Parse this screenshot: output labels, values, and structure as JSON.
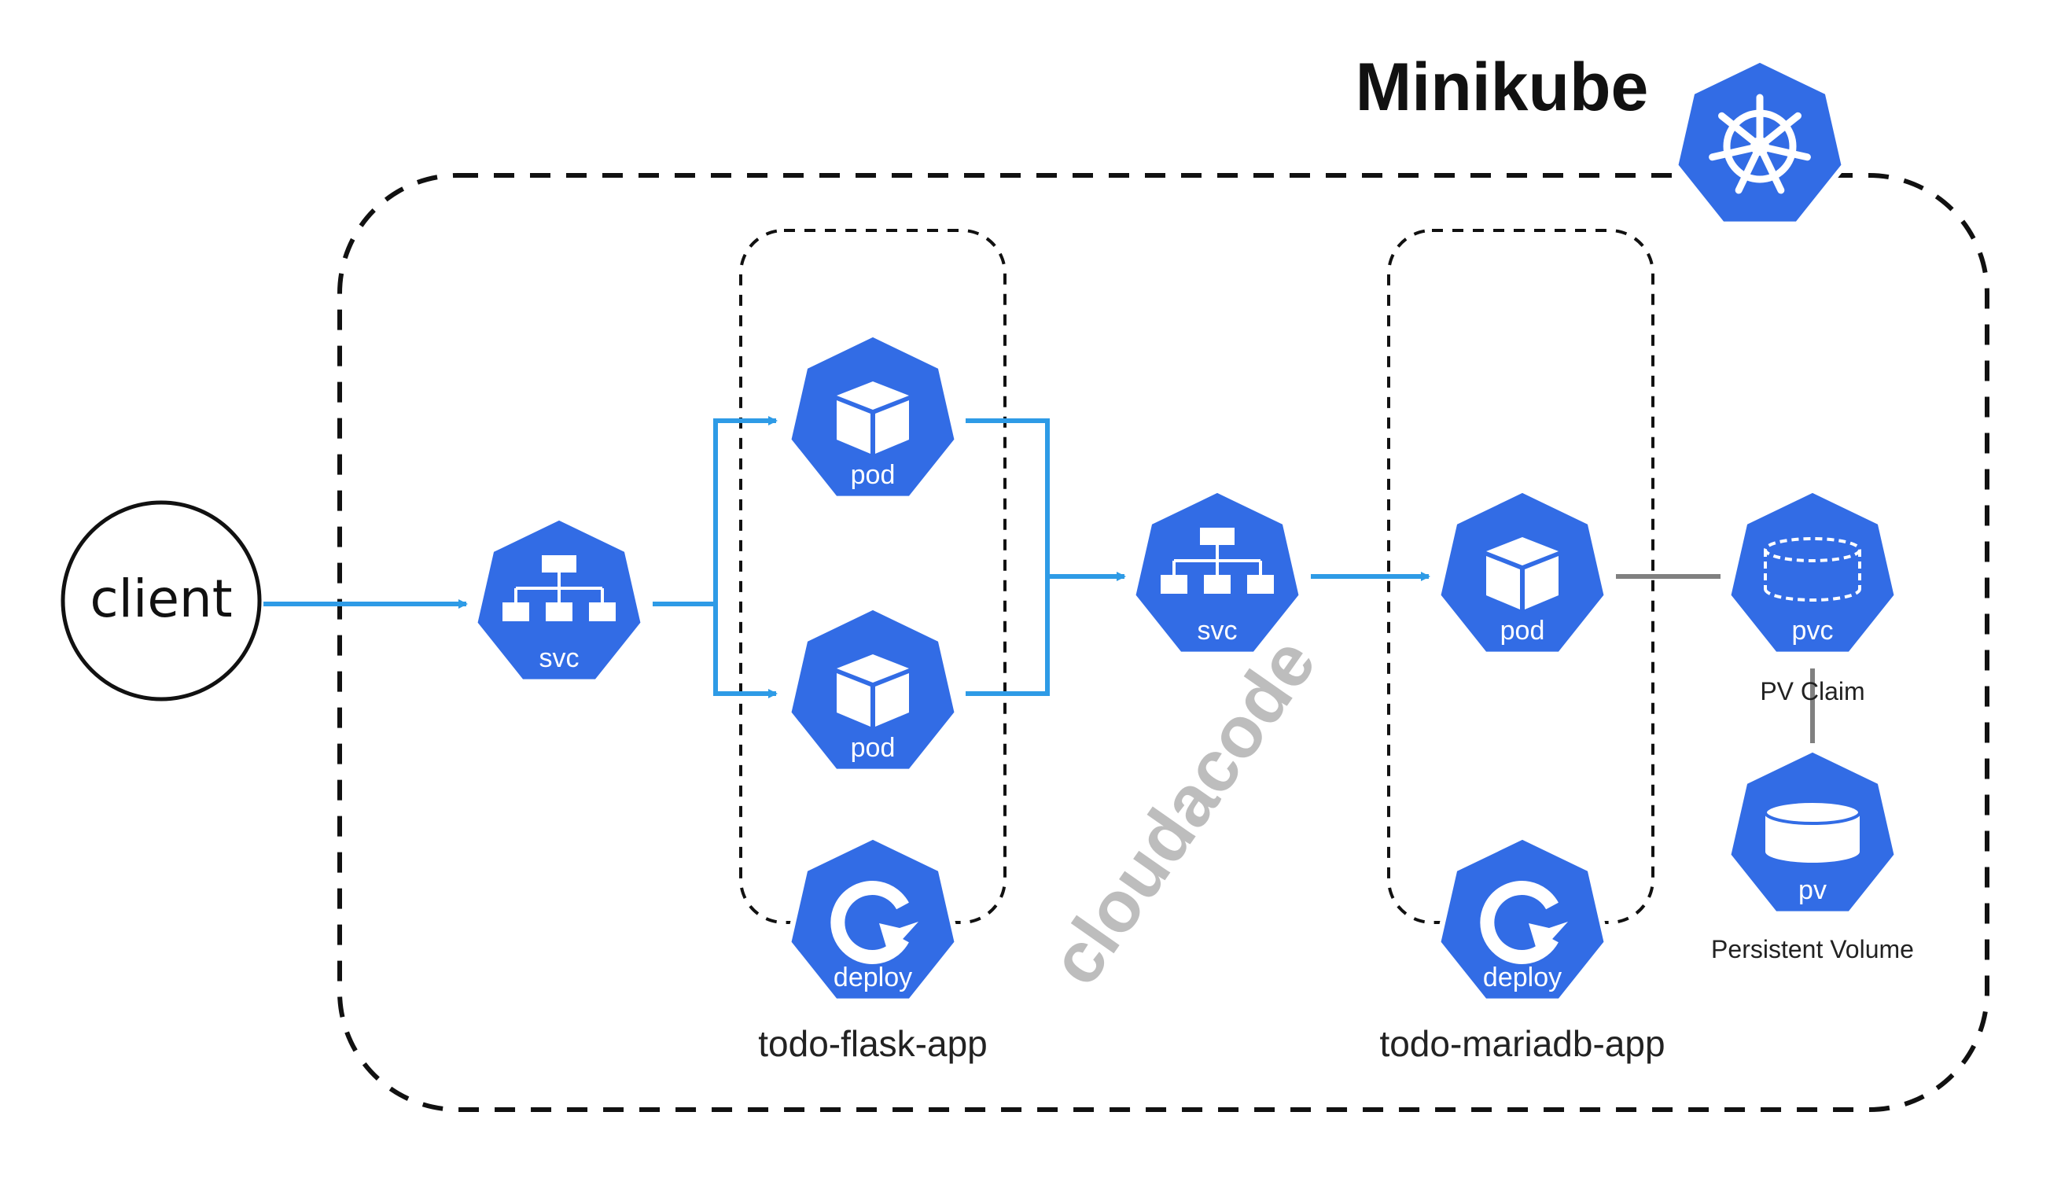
{
  "title": "Minikube",
  "watermark": "cloudacode",
  "client": {
    "label": "client"
  },
  "nodes": {
    "svc_flask": {
      "label": "svc",
      "icon": "service-icon"
    },
    "pod_flask_1": {
      "label": "pod",
      "icon": "pod-icon"
    },
    "pod_flask_2": {
      "label": "pod",
      "icon": "pod-icon"
    },
    "deploy_flask": {
      "label": "deploy",
      "icon": "deployment-icon"
    },
    "svc_db": {
      "label": "svc",
      "icon": "service-icon"
    },
    "pod_db": {
      "label": "pod",
      "icon": "pod-icon"
    },
    "deploy_db": {
      "label": "deploy",
      "icon": "deployment-icon"
    },
    "pvc": {
      "label": "pvc",
      "caption": "PV Claim",
      "icon": "pvc-icon"
    },
    "pv": {
      "label": "pv",
      "caption": "Persistent Volume",
      "icon": "pv-icon"
    }
  },
  "groups": {
    "flask": {
      "label": "todo-flask-app"
    },
    "mariadb": {
      "label": "todo-mariadb-app"
    }
  },
  "colors": {
    "k8s_blue": "#326CE5",
    "arrow_blue": "#2E9BE6",
    "link_gray": "#808080",
    "watermark_gray": "#BDBDBD",
    "dash": "#111111"
  }
}
